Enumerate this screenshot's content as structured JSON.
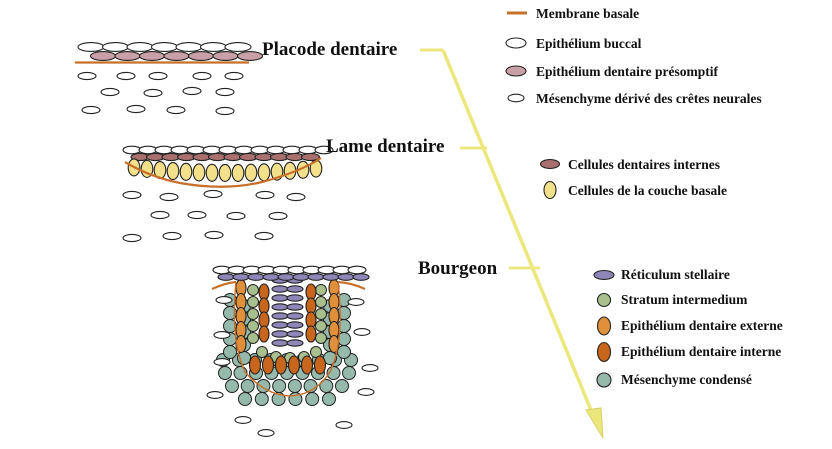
{
  "stages": [
    {
      "key": "placode",
      "label": "Placode dentaire"
    },
    {
      "key": "lame",
      "label": "Lame dentaire"
    },
    {
      "key": "bourgeon",
      "label": "Bourgeon"
    }
  ],
  "legend_top": [
    {
      "label": "Membrane basale",
      "icon": "line-swatch",
      "color": "#c8702a"
    },
    {
      "label": "Epithélium buccal",
      "icon": "white-oval",
      "color": "#ffffff"
    },
    {
      "label": "Epithélium dentaire présomptif",
      "icon": "pink-oval",
      "color": "#c9a0a8"
    },
    {
      "label": "Mésenchyme dérivé des crêtes neurales",
      "icon": "small-white-oval",
      "color": "#ffffff"
    }
  ],
  "legend_mid": [
    {
      "label": "Cellules dentaires internes",
      "icon": "brown-oval",
      "color": "#a9706f"
    },
    {
      "label": "Cellules de la couche basale",
      "icon": "yellow-oval",
      "color": "#f3e08a"
    }
  ],
  "legend_bottom": [
    {
      "label": "Réticulum stellaire",
      "icon": "lavender-oval",
      "color": "#8f86b8"
    },
    {
      "label": "Stratum intermedium",
      "icon": "green-circle",
      "color": "#a7c08e"
    },
    {
      "label": "Epithélium dentaire externe",
      "icon": "orange-oval",
      "color": "#e0903a"
    },
    {
      "label": "Epithélium dentaire interne",
      "icon": "dark-orange-oval",
      "color": "#c7661c"
    },
    {
      "label": "Mésenchyme condensé",
      "icon": "teal-circle",
      "color": "#95b9ab"
    }
  ],
  "colors": {
    "arrow": "#ece77c",
    "outline": "#222222",
    "membrane": "#c8702a"
  }
}
